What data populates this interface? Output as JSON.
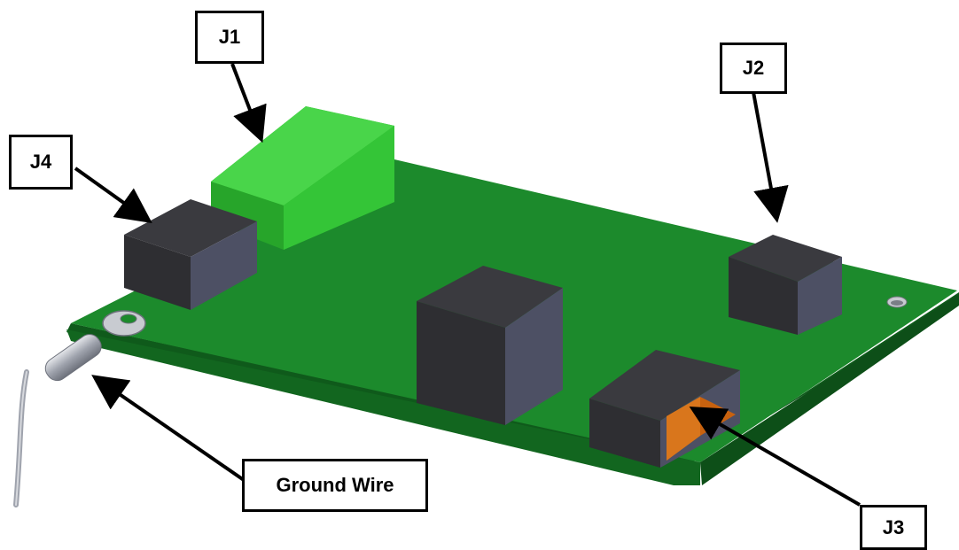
{
  "callouts": {
    "j1": "J1",
    "j2": "J2",
    "j3": "J3",
    "j4": "J4",
    "ground_wire": "Ground Wire"
  },
  "colors": {
    "board_top": "#1c8a2c",
    "board_edge": "#0f5a1b",
    "j1_connector": "#2db82f",
    "connector_body": "#2e2e32",
    "connector_side": "#4d5064",
    "j3_contact": "#c8620f",
    "ground_wire": "#b9bcc4",
    "arrow": "#000000"
  }
}
